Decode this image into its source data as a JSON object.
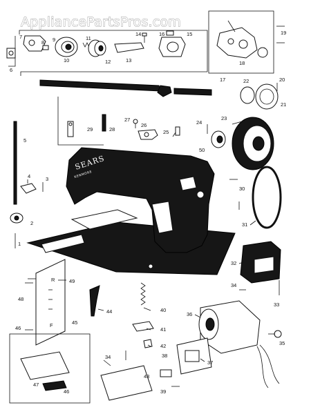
{
  "watermark": "AppliancePartsPros.com",
  "machine_brand": {
    "name": "SEARS",
    "sub": "KENMORE"
  },
  "plate_marks": {
    "top": "R",
    "bottom": "F"
  },
  "part_labels": {
    "p1": "1",
    "p2": "2",
    "p3": "3",
    "p4": "4",
    "p5": "5",
    "p6": "6",
    "p7": "7",
    "p8": "8",
    "p9": "9",
    "p10": "10",
    "p11": "11",
    "p12": "12",
    "p13": "13",
    "p14": "14",
    "p15": "15",
    "p16": "16",
    "p17": "17",
    "p18": "18",
    "p19": "19",
    "p20": "20",
    "p21": "21",
    "p22": "22",
    "p23": "23",
    "p24": "24",
    "p25": "25",
    "p26": "26",
    "p27": "27",
    "p28": "28",
    "p29": "29",
    "p30": "30",
    "p31": "31",
    "p32": "32",
    "p33": "33",
    "p34a": "34",
    "p34b": "34",
    "p35": "35",
    "p36": "36",
    "p37": "37",
    "p38": "38",
    "p39": "39",
    "p40": "40",
    "p41": "41",
    "p42": "42",
    "p43": "43",
    "p44": "44",
    "p45": "45",
    "p46a": "46",
    "p46b": "46",
    "p47": "47",
    "p48": "48",
    "p49": "49",
    "p50": "50"
  }
}
